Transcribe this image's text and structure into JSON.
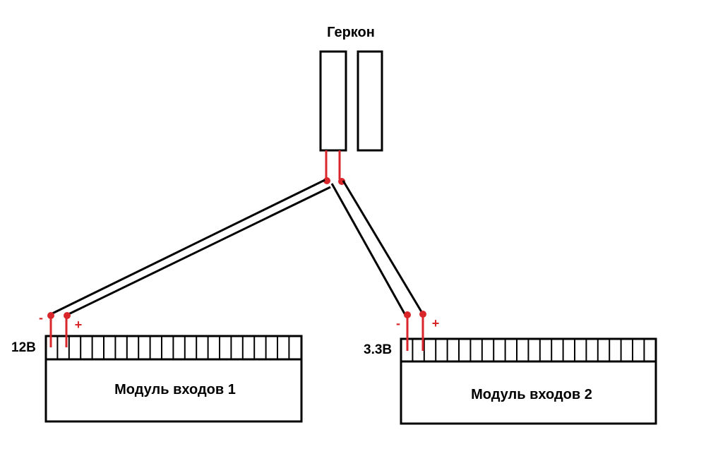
{
  "reed_switch": {
    "label": "Геркон"
  },
  "module1": {
    "label": "Модуль входов 1",
    "voltage": "12В",
    "minus": "-",
    "plus": "+"
  },
  "module2": {
    "label": "Модуль входов 2",
    "voltage": "3.3В",
    "minus": "-",
    "plus": "+"
  },
  "colors": {
    "line": "#000000",
    "terminal": "#d8262b",
    "background": "#ffffff"
  }
}
